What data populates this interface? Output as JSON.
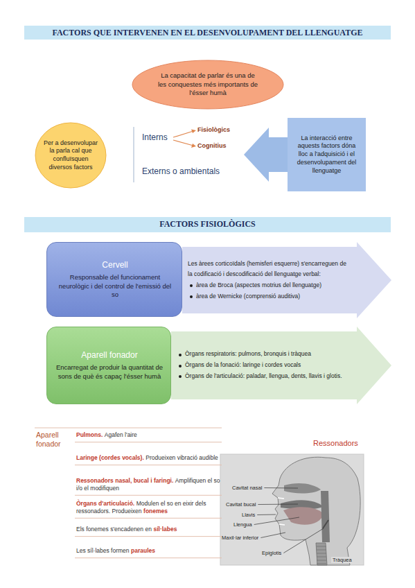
{
  "diagram": {
    "title": "FACTORS QUE INTERVENEN EN EL DESENVOLUPAMENT DEL LLENGUATGE",
    "nodes": [
      {
        "text": [
          "La capacitat de parlar és una de les conquestes més importants de l'ésser humà"
        ]
      },
      {
        "text": [
          "Per a desenvolupar la parla cal que confluïsquen diversos factors"
        ]
      },
      {
        "text": [
          "La interacció entre aquests factors dóna lloc a l'adquisició i el desenvolupament del llenguatge"
        ]
      },
      {
        "text": [
          "FACTORS FISIOLÒGICS"
        ]
      },
      {
        "text": [
          "Cervell",
          "Responsable del funcionament neurològic i del control de l'emissió del so"
        ]
      },
      {
        "text": [
          "Les àrees corticoïdals (hemisferi esquerre) s'encarreguen de la codificació i descodificació del llenguatge verbal:",
          "àrea de Broca (aspectes motrius del llenguatge)",
          "àrea de Wernicke (comprensió auditiva)"
        ]
      },
      {
        "text": [
          "Aparell fonador",
          "Encarregat de produir la quantitat de sons de què és capaç l'ésser humà"
        ]
      },
      {
        "text": [
          "Òrgans respiratoris: pulmons, bronquis i tràquea",
          "Òrgans de la fonació: laringe i cordes vocals",
          "Òrgans de l'articulació: paladar, llengua, dents, llavis i glotis."
        ]
      }
    ],
    "labels": [
      "Interns",
      "Fisiològics",
      "Cognitius",
      "Externs o ambientals",
      "Aparell fonador",
      "Pulmons.",
      "Agafen l'aire",
      "Laringe (cordes vocals).",
      "Produeixen vibració audible",
      "Ressonadors nasal, bucal i faringi.",
      "Amplifiquen el so i/o el modifiquen",
      "Òrgans d'articulació.",
      "Modulen el so en eixir dels ressonadors. Produeixen",
      "fonemes",
      "Els fonemes s'encadenen en",
      "síl·labes",
      "Les síl·labes formen",
      "paraules",
      "Ressonadors",
      "Cavitat nasal",
      "Cavitat bucal",
      "Llavis",
      "Llengua",
      "Maxil·lar inferior",
      "Epiglotis",
      "Tràquea"
    ]
  }
}
